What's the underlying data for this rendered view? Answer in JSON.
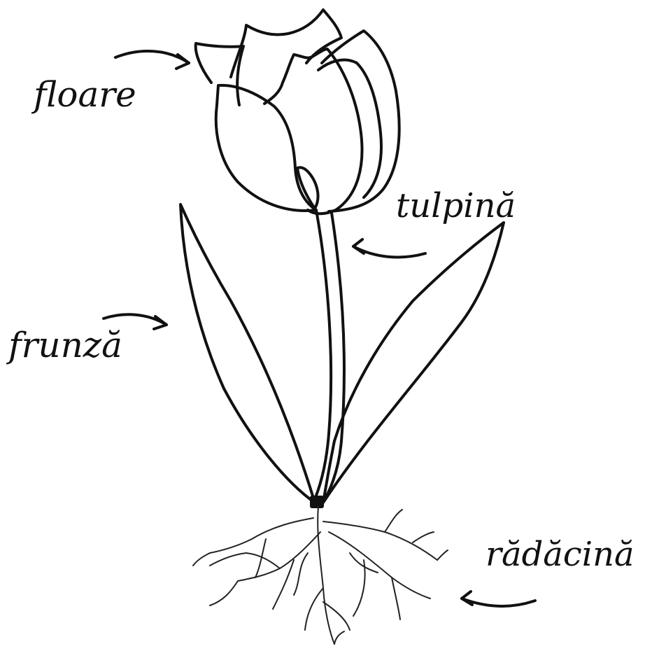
{
  "labels": {
    "flower": "floare",
    "stem": "tulpină",
    "leaf": "frunză",
    "root": "rădăcină"
  },
  "colors": {
    "ink": "#111111",
    "background": "#ffffff"
  }
}
